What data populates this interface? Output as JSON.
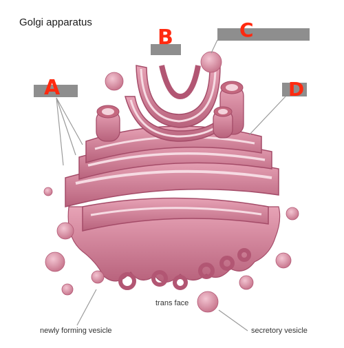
{
  "diagram": {
    "title": "Golgi apparatus",
    "labels": {
      "a": "A",
      "b": "B",
      "c": "C",
      "d": "D"
    },
    "captions": {
      "trans_face": "trans face",
      "newly_forming_vesicle": "newly forming vesicle",
      "secretory_vesicle": "secretory vesicle"
    }
  },
  "colors": {
    "membrane": "#d98aa0",
    "membrane_dark": "#b25673",
    "lumen": "#f4d3dc",
    "label_box": "#8e8e8e",
    "label_text": "#ff2a10",
    "leader": "#9a9a9a"
  }
}
